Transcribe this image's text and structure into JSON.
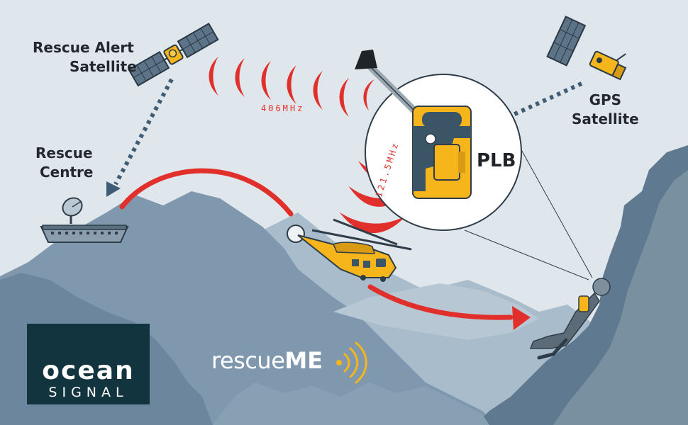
{
  "labels": {
    "rescue_alert_satellite": [
      "Rescue Alert",
      "Satellite"
    ],
    "rescue_centre": [
      "Rescue",
      "Centre"
    ],
    "gps_satellite": [
      "GPS",
      "Satellite"
    ],
    "plb": "PLB",
    "freq_406": "406MHz",
    "freq_121": "121.5MHz"
  },
  "logos": {
    "ocean_signal": [
      "ocean",
      "SIGNAL"
    ],
    "rescueme": {
      "light": "rescue",
      "bold": "ME"
    }
  },
  "colors": {
    "sky": "#dfe6ec",
    "mountain_back": "#8ea6b8",
    "mountain_mid": "#6e8aa0",
    "mountain_front": "#7991a6",
    "signal_red": "#e1302b",
    "plb_yellow": "#f5b51b",
    "plb_dark": "#3c5566",
    "dotted_arrow": "#3e5d75",
    "logo_bg": "#12343f",
    "text": "#23282e"
  },
  "icons": [
    "rescue-satellite-icon",
    "gps-satellite-icon",
    "dish-antenna-icon",
    "helicopter-icon",
    "climber-icon",
    "plb-device-icon",
    "signal-wave-icon"
  ]
}
